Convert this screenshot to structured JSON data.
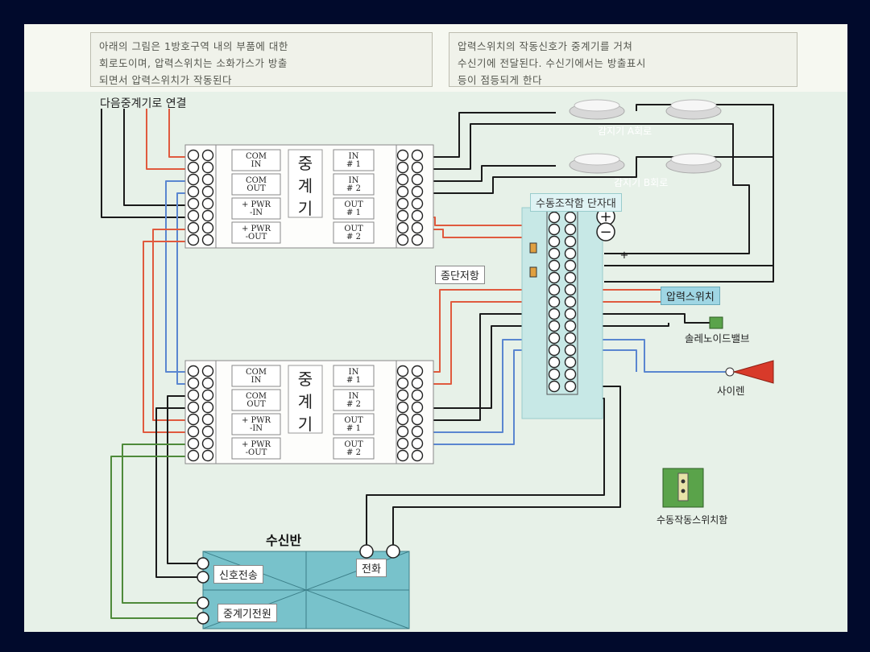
{
  "captions": {
    "left": [
      "아래의 그림은 1방호구역 내의 부품에 대한",
      "회로도이며, 압력스위치는 소화가스가 방출",
      "되면서 압력스위치가 작동된다"
    ],
    "right": [
      "압력스위치의 작동신호가 중계기를 거쳐",
      "수신기에 전달된다. 수신기에서는 방출표시",
      "등이 점등되게 한다"
    ]
  },
  "labels": {
    "next_relay": "다음중계기로 연결",
    "detector_a": "감지기 A회로",
    "detector_b": "감지기 B회로",
    "manual_terminal": "수동조작함 단자대",
    "end_resistor": "종단저항",
    "pressure_switch": "압력스위치",
    "solenoid_valve": "솔레노이드밸브",
    "siren": "사이렌",
    "manual_switch_box": "수동작동스위치함",
    "receiver_panel": "수신반",
    "signal_transmit": "신호전송",
    "phone": "전화",
    "relay_power": "중계기전원"
  },
  "relay": {
    "name_chars": [
      "중",
      "계",
      "기"
    ],
    "left_terms": [
      [
        "COM",
        "IN"
      ],
      [
        "COM",
        "OUT"
      ],
      [
        "+ PWR",
        "-IN"
      ],
      [
        "+ PWR",
        "-OUT"
      ]
    ],
    "right_terms": [
      [
        "IN",
        "# 1"
      ],
      [
        "IN",
        "# 2"
      ],
      [
        "OUT",
        "# 1"
      ],
      [
        "OUT",
        "# 2"
      ]
    ]
  },
  "terminal_symbols": {
    "plus": "+",
    "minus": "−",
    "side_plus": "+"
  },
  "colors": {
    "wire_black": "#1a1a1a",
    "wire_red": "#e05a3e",
    "wire_blue": "#5a86d0",
    "wire_green": "#4e8a3a",
    "panel_cyan": "#78c2cb",
    "highlight_label": "#9fd6e4",
    "siren_red": "#d83a2a",
    "solenoid_green": "#5aa34a"
  }
}
